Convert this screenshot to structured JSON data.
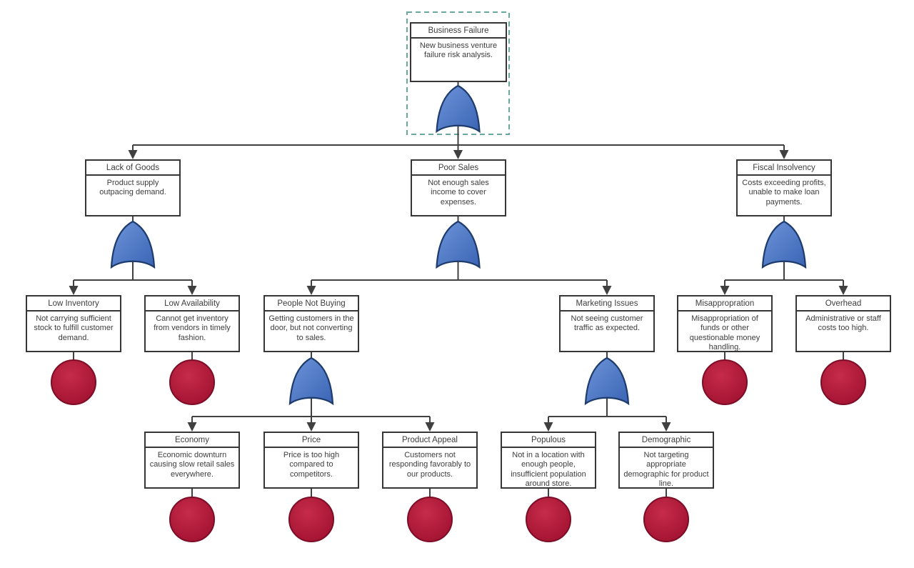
{
  "diagram": {
    "type": "fault-tree",
    "root": "business_failure",
    "gate_type": "or",
    "levels": [
      [
        "business_failure"
      ],
      [
        "lack_of_goods",
        "poor_sales",
        "fiscal_insolvency"
      ],
      [
        "low_inventory",
        "low_availability",
        "people_not_buying",
        "marketing_issues",
        "misappropration",
        "overhead"
      ],
      [
        "economy",
        "price",
        "product_appeal",
        "populous",
        "demographic"
      ]
    ],
    "edges": [
      [
        "business_failure",
        "lack_of_goods"
      ],
      [
        "business_failure",
        "poor_sales"
      ],
      [
        "business_failure",
        "fiscal_insolvency"
      ],
      [
        "lack_of_goods",
        "low_inventory"
      ],
      [
        "lack_of_goods",
        "low_availability"
      ],
      [
        "poor_sales",
        "people_not_buying"
      ],
      [
        "poor_sales",
        "marketing_issues"
      ],
      [
        "fiscal_insolvency",
        "misappropration"
      ],
      [
        "fiscal_insolvency",
        "overhead"
      ],
      [
        "people_not_buying",
        "economy"
      ],
      [
        "people_not_buying",
        "price"
      ],
      [
        "people_not_buying",
        "product_appeal"
      ],
      [
        "marketing_issues",
        "populous"
      ],
      [
        "marketing_issues",
        "demographic"
      ]
    ],
    "selected_node": "business_failure"
  },
  "nodes": {
    "business_failure": {
      "title": "Business Failure",
      "description": "New business venture failure risk analysis.",
      "gate": "or"
    },
    "lack_of_goods": {
      "title": "Lack of Goods",
      "description": "Product supply outpacing demand.",
      "gate": "or"
    },
    "poor_sales": {
      "title": "Poor Sales",
      "description": "Not enough sales income to cover expenses.",
      "gate": "or"
    },
    "fiscal_insolvency": {
      "title": "Fiscal Insolvency",
      "description": "Costs exceeding profits, unable to make loan payments.",
      "gate": "or"
    },
    "low_inventory": {
      "title": "Low Inventory",
      "description": "Not carrying sufficient stock to fulfill customer demand.",
      "basic_event": true
    },
    "low_availability": {
      "title": "Low Availability",
      "description": "Cannot get inventory from vendors in timely fashion.",
      "basic_event": true
    },
    "people_not_buying": {
      "title": "People Not Buying",
      "description": "Getting customers in the door, but not converting to sales.",
      "gate": "or"
    },
    "marketing_issues": {
      "title": "Marketing Issues",
      "description": "Not seeing customer traffic as expected.",
      "gate": "or"
    },
    "misappropration": {
      "title": "Misappropration",
      "description": "Misappropriation of funds or other questionable money handling.",
      "basic_event": true
    },
    "overhead": {
      "title": "Overhead",
      "description": "Administrative or staff costs too high.",
      "basic_event": true
    },
    "economy": {
      "title": "Economy",
      "description": "Economic downturn causing slow retail sales everywhere.",
      "basic_event": true
    },
    "price": {
      "title": "Price",
      "description": "Price is too high compared to competitors.",
      "basic_event": true
    },
    "product_appeal": {
      "title": "Product Appeal",
      "description": "Customers not responding favorably to our products.",
      "basic_event": true
    },
    "populous": {
      "title": "Populous",
      "description": "Not in a location with enough people, insufficient population around store.",
      "basic_event": true
    },
    "demographic": {
      "title": "Demographic",
      "description": "Not targeting appropriate demographic for product line.",
      "basic_event": true
    }
  },
  "colors": {
    "gate_fill": "#4472c4",
    "gate_border": "#1d3b6d",
    "event_fill": "#ad1434",
    "event_border": "#7c0d26",
    "connector_color": "#404040",
    "box_border": "#363636",
    "selection_color": "#68a89d"
  }
}
